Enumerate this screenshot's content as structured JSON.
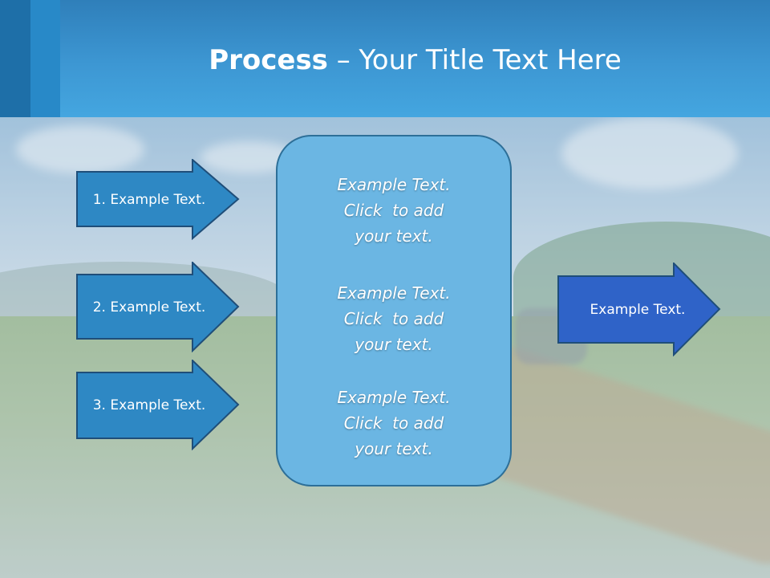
{
  "title": {
    "bold": "Process",
    "rest": " – Your Title Text Here"
  },
  "left_arrows": [
    {
      "label": "1. Example Text."
    },
    {
      "label": "2. Example Text."
    },
    {
      "label": "3. Example Text."
    }
  ],
  "center_box": {
    "blocks": [
      {
        "line1": "Example Text.",
        "line2": "Click  to add",
        "line3": "your text."
      },
      {
        "line1": "Example Text.",
        "line2": "Click  to add",
        "line3": "your text."
      },
      {
        "line1": "Example Text.",
        "line2": "Click  to add",
        "line3": "your text."
      }
    ]
  },
  "right_arrow": {
    "label": "Example Text."
  },
  "colors": {
    "header": "#3d97d3",
    "left_arrow_fill": "#2e88c4",
    "right_arrow_fill": "#2f63c8",
    "center_box_fill": "#6bb6e3",
    "outline": "#1f4e79"
  }
}
